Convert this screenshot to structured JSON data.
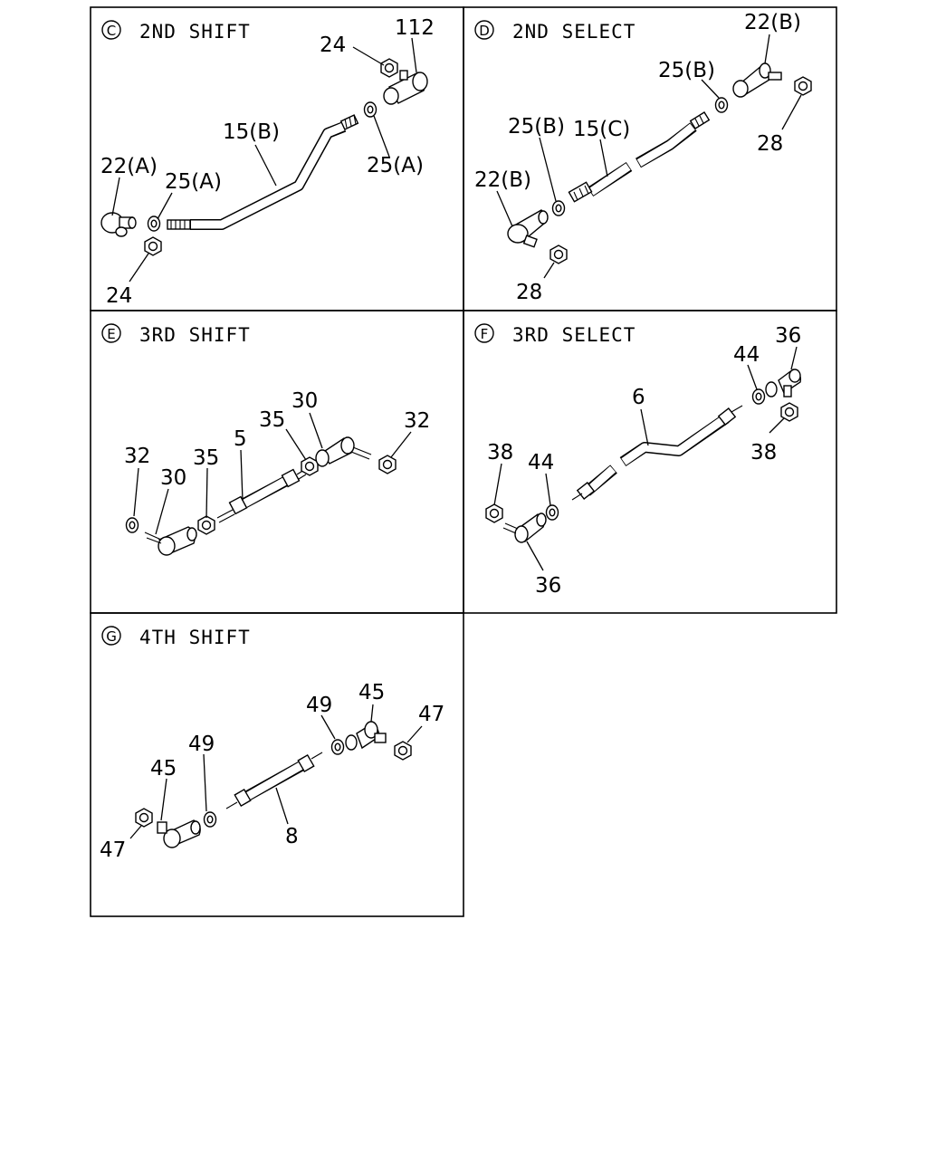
{
  "panels": {
    "c": {
      "letter": "C",
      "title": "2ND SHIFT",
      "labels": {
        "p112": "112",
        "p24a": "24",
        "p15b": "15(B)",
        "p22a": "22(A)",
        "p25a1": "25(A)",
        "p25a2": "25(A)",
        "p24b": "24"
      }
    },
    "d": {
      "letter": "D",
      "title": "2ND SELECT",
      "labels": {
        "p22b1": "22(B)",
        "p25b1": "25(B)",
        "p25b2": "25(B)",
        "p15c": "15(C)",
        "p22b2": "22(B)",
        "p28a": "28",
        "p28b": "28"
      }
    },
    "e": {
      "letter": "E",
      "title": "3RD SHIFT",
      "labels": {
        "p30a": "30",
        "p35a": "35",
        "p32a": "32",
        "p5": "5",
        "p35b": "35",
        "p32b": "32",
        "p30b": "30"
      }
    },
    "f": {
      "letter": "F",
      "title": "3RD SELECT",
      "labels": {
        "p36a": "36",
        "p44a": "44",
        "p6": "6",
        "p38a": "38",
        "p38b": "38",
        "p44b": "44",
        "p36b": "36"
      }
    },
    "g": {
      "letter": "G",
      "title": "4TH SHIFT",
      "labels": {
        "p45a": "45",
        "p49a": "49",
        "p47a": "47",
        "p49b": "49",
        "p45b": "45",
        "p8": "8",
        "p47b": "47"
      }
    }
  }
}
